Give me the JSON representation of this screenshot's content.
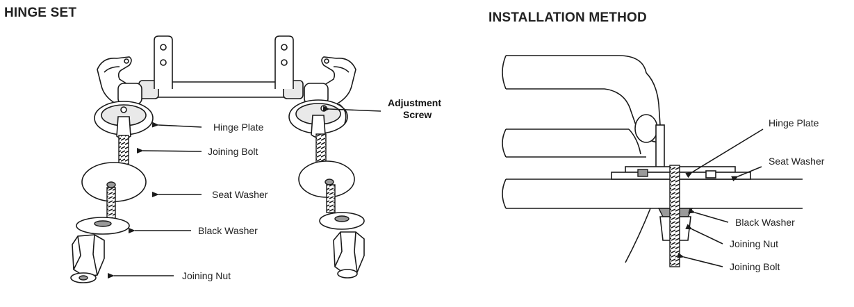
{
  "titles": {
    "left": "HINGE SET",
    "right": "INSTALLATION METHOD"
  },
  "labels": {
    "hinge_set": {
      "hinge_plate": "Hinge Plate",
      "joining_bolt": "Joining Bolt",
      "seat_washer": "Seat Washer",
      "black_washer": "Black Washer",
      "joining_nut": "Joining Nut",
      "adjustment_line1": "Adjustment",
      "adjustment_line2": "Screw"
    },
    "installation": {
      "hinge_plate": "Hinge Plate",
      "seat_washer": "Seat Washer",
      "black_washer": "Black Washer",
      "joining_nut": "Joining Nut",
      "joining_bolt": "Joining Bolt"
    }
  }
}
